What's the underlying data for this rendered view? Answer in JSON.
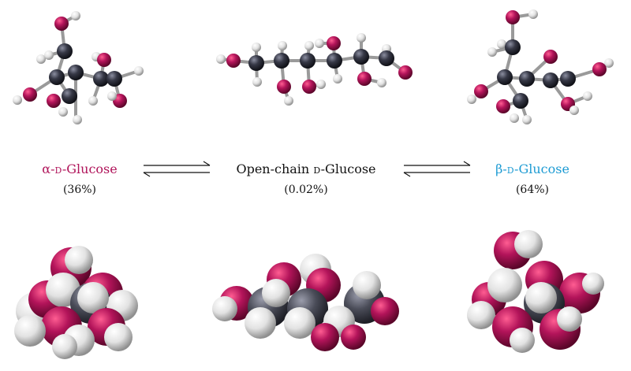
{
  "species": [
    {
      "id": "alpha",
      "prefix": "α-",
      "d": "D",
      "suffix": "-Glucose",
      "percent": "(36%)"
    },
    {
      "id": "open",
      "prefix": "Open-chain ",
      "d": "D",
      "suffix": "-Glucose",
      "percent": "(0.02%)"
    },
    {
      "id": "beta",
      "prefix": "β-",
      "d": "D",
      "suffix": "-Glucose",
      "percent": "(64%)"
    }
  ],
  "colors": {
    "alpha_label": "#b0145a",
    "beta_label": "#1d9bd3",
    "oxygen": "#a3124b",
    "carbon": "#2e2f3a",
    "hydrogen": "#e4e4e4"
  }
}
